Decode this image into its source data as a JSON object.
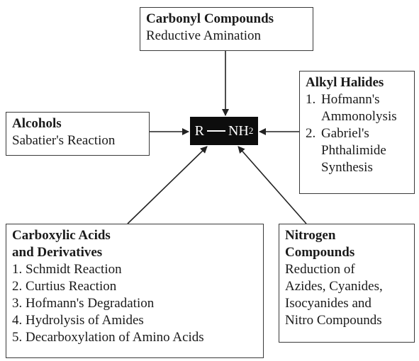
{
  "center": {
    "r": "R",
    "group": "NH",
    "subscript": "2"
  },
  "carbonyl": {
    "title": "Carbonyl Compounds",
    "reaction": "Reductive Amination"
  },
  "alcohols": {
    "title": "Alcohols",
    "reaction": "Sabatier's Reaction"
  },
  "alkyl_halides": {
    "title": "Alkyl Halides",
    "items": [
      {
        "num": "1.",
        "line1": "Hofmann's",
        "line2": "Ammonolysis",
        "line3": ""
      },
      {
        "num": "2.",
        "line1": "Gabriel's",
        "line2": "Phthalimide",
        "line3": "Synthesis"
      }
    ]
  },
  "carboxylic": {
    "title_line1": "Carboxylic Acids",
    "title_line2": "and Derivatives",
    "items": [
      "1. Schmidt Reaction",
      "2. Curtius Reaction",
      "3. Hofmann's Degradation",
      "4. Hydrolysis of Amides",
      "5. Decarboxylation of Amino Acids"
    ]
  },
  "nitrogen": {
    "title_line1": "Nitrogen",
    "title_line2": "Compounds",
    "lines": [
      "Reduction of",
      "Azides, Cyanides,",
      "Isocyanides and",
      "Nitro Compounds"
    ]
  }
}
